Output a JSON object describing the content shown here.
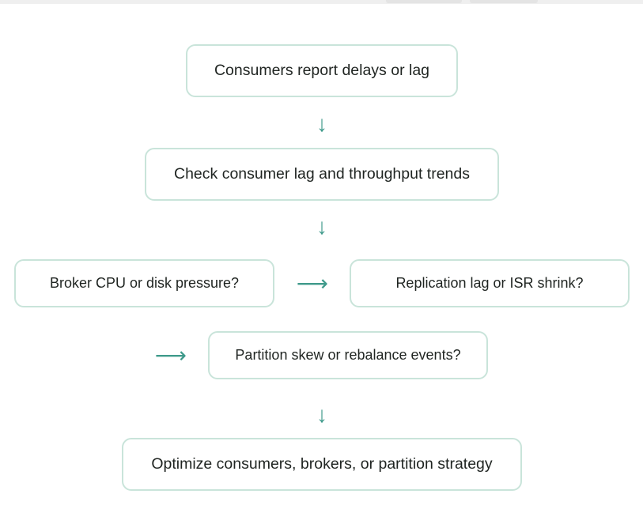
{
  "diagram": {
    "nodes": {
      "start": "Consumers report delays or lag",
      "check": "Check consumer lag and throughput trends",
      "broker": "Broker CPU or disk pressure?",
      "replication": "Replication lag or ISR shrink?",
      "partition": "Partition skew or rebalance events?",
      "optimize": "Optimize consumers, brokers, or partition strategy"
    },
    "arrows": {
      "down": "↓",
      "right": "⟶"
    }
  },
  "colors": {
    "node_border": "#c9e4da",
    "arrow": "#3f9a8b"
  }
}
